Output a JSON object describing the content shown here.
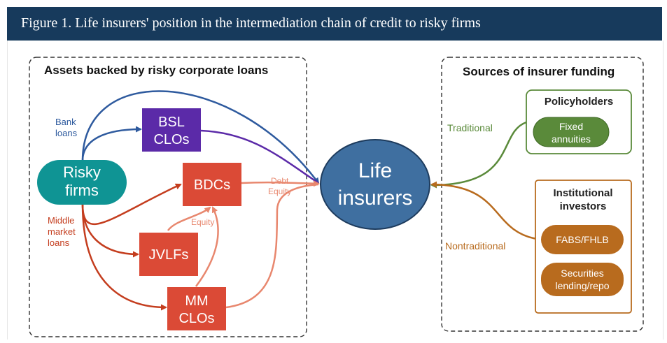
{
  "figure": {
    "title": "Figure 1. Life insurers' position in the intermediation chain of credit to risky firms"
  },
  "left_panel": {
    "title": "Assets backed by risky corporate loans"
  },
  "right_panel": {
    "title": "Sources of insurer funding"
  },
  "nodes": {
    "risky_firms": {
      "line1": "Risky",
      "line2": "firms"
    },
    "bsl_clos": {
      "line1": "BSL",
      "line2": "CLOs"
    },
    "bdcs": {
      "line1": "BDCs"
    },
    "jvlfs": {
      "line1": "JVLFs"
    },
    "mm_clos": {
      "line1": "MM",
      "line2": "CLOs"
    },
    "life_insurers": {
      "line1": "Life",
      "line2": "insurers"
    },
    "policyholders": {
      "title": "Policyholders",
      "item_line1": "Fixed",
      "item_line2": "annuities"
    },
    "institutional": {
      "title_line1": "Institutional",
      "title_line2": "investors",
      "fabs_line1": "FABS/FHLB",
      "sec_line1": "Securities",
      "sec_line2": "lending/repo"
    }
  },
  "labels": {
    "bank_line1": "Bank",
    "bank_line2": "loans",
    "middle_line1": "Middle",
    "middle_line2": "market",
    "middle_line3": "loans",
    "debt": "Debt",
    "equity_right": "Equity",
    "equity_center": "Equity",
    "traditional": "Traditional",
    "nontraditional": "Nontraditional"
  },
  "colors": {
    "header_bg": "#173a5c",
    "bank_blue": "#2e5a9e",
    "bsl_purple": "#5b2aa8",
    "loan_red": "#c43d1e",
    "box_red": "#db4a36",
    "arrow_salmon": "#e8876e",
    "teal": "#0f9494",
    "insurer_blue": "#3f6fa0",
    "green": "#5a8a3a",
    "orange": "#b86b1e"
  }
}
